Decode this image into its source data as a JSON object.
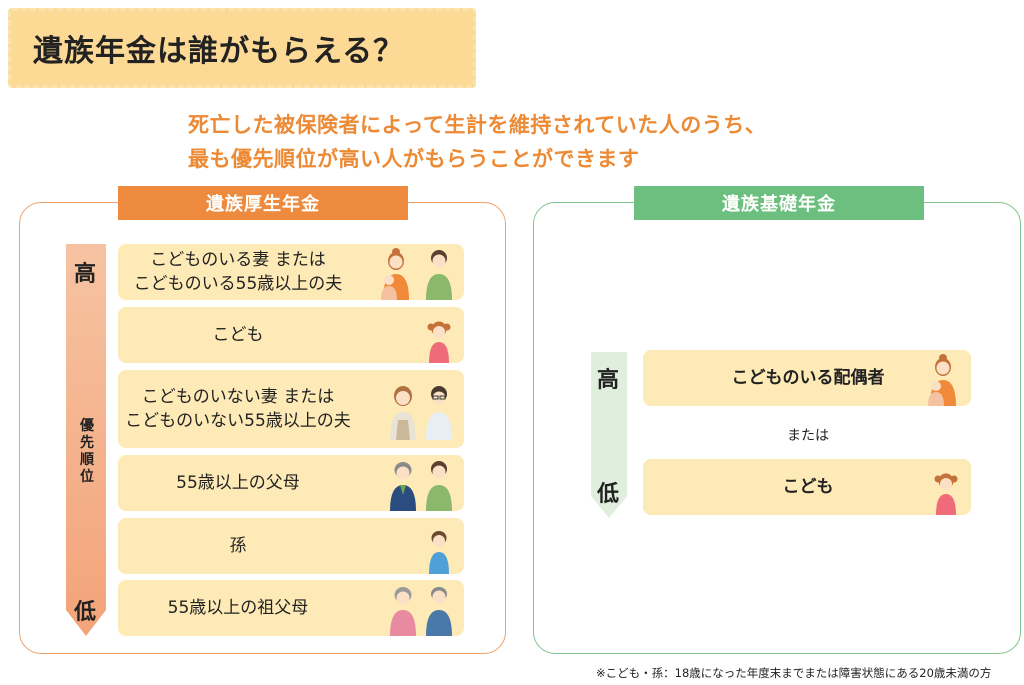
{
  "title": "遺族年金は誰がもらえる？",
  "subtitle": {
    "line1": "死亡した被保険者によって生計を維持されていた人のうち、",
    "line2": "最も優先順位が高い人がもらうことができます"
  },
  "left_panel": {
    "header": "遺族厚生年金",
    "high_label": "高",
    "low_label": "低",
    "priority_label": [
      "優",
      "先",
      "順",
      "位"
    ],
    "items": [
      {
        "line1": "こどものいる妻 または",
        "line2": "こどものいる55歳以上の夫"
      },
      {
        "line1": "こども",
        "line2": ""
      },
      {
        "line1": "こどものいない妻 または",
        "line2": "こどものいない55歳以上の夫"
      },
      {
        "line1": "55歳以上の父母",
        "line2": ""
      },
      {
        "line1": "孫",
        "line2": ""
      },
      {
        "line1": "55歳以上の祖父母",
        "line2": ""
      }
    ]
  },
  "right_panel": {
    "header": "遺族基礎年金",
    "high_label": "高",
    "low_label": "低",
    "items": [
      {
        "label": "こどものいる配偶者"
      },
      {
        "label": "こども"
      }
    ],
    "or_label": "または"
  },
  "footnote": "※こども・孫：18歳になった年度末までまたは障害状態にある20歳未満の方",
  "colors": {
    "orange": "#ee8a3d",
    "green": "#6cbf7e",
    "card": "#fdeab6",
    "title_bg": "#fcd994",
    "subtitle": "#ec8a35"
  }
}
